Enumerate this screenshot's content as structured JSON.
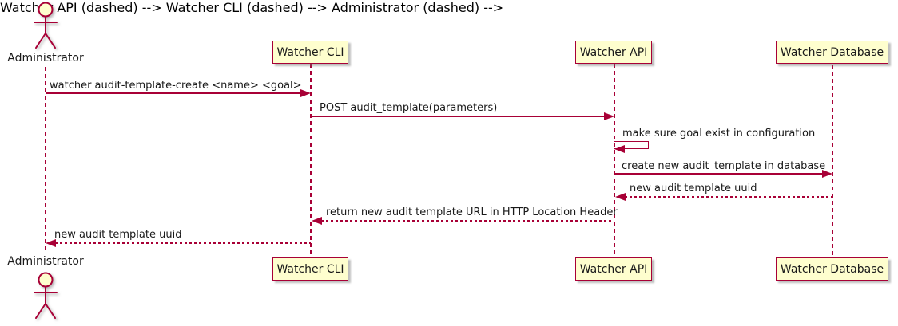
{
  "diagram": {
    "type": "uml-sequence-diagram",
    "colors": {
      "accent": "#A80036",
      "participant_fill": "#FEFECE",
      "text": "#1a1a1a",
      "background": "#ffffff"
    },
    "actor": {
      "name": "Administrator"
    },
    "participants": [
      {
        "label": "Watcher CLI"
      },
      {
        "label": "Watcher API"
      },
      {
        "label": "Watcher Database"
      }
    ],
    "messages": [
      {
        "from": "Administrator",
        "to": "Watcher CLI",
        "style": "solid",
        "text": "watcher audit-template-create <name> <goal>"
      },
      {
        "from": "Watcher CLI",
        "to": "Watcher API",
        "style": "solid",
        "text": "POST audit_template(parameters)"
      },
      {
        "from": "Watcher API",
        "to": "Watcher API",
        "style": "solid",
        "self": true,
        "text": "make sure goal exist in configuration"
      },
      {
        "from": "Watcher API",
        "to": "Watcher Database",
        "style": "solid",
        "text": "create new audit_template in database"
      },
      {
        "from": "Watcher Database",
        "to": "Watcher API",
        "style": "dashed",
        "text": "new audit template uuid"
      },
      {
        "from": "Watcher API",
        "to": "Watcher CLI",
        "style": "dashed",
        "text": "return new audit template URL in HTTP Location Header"
      },
      {
        "from": "Watcher CLI",
        "to": "Administrator",
        "style": "dashed",
        "text": "new audit template uuid"
      }
    ]
  }
}
